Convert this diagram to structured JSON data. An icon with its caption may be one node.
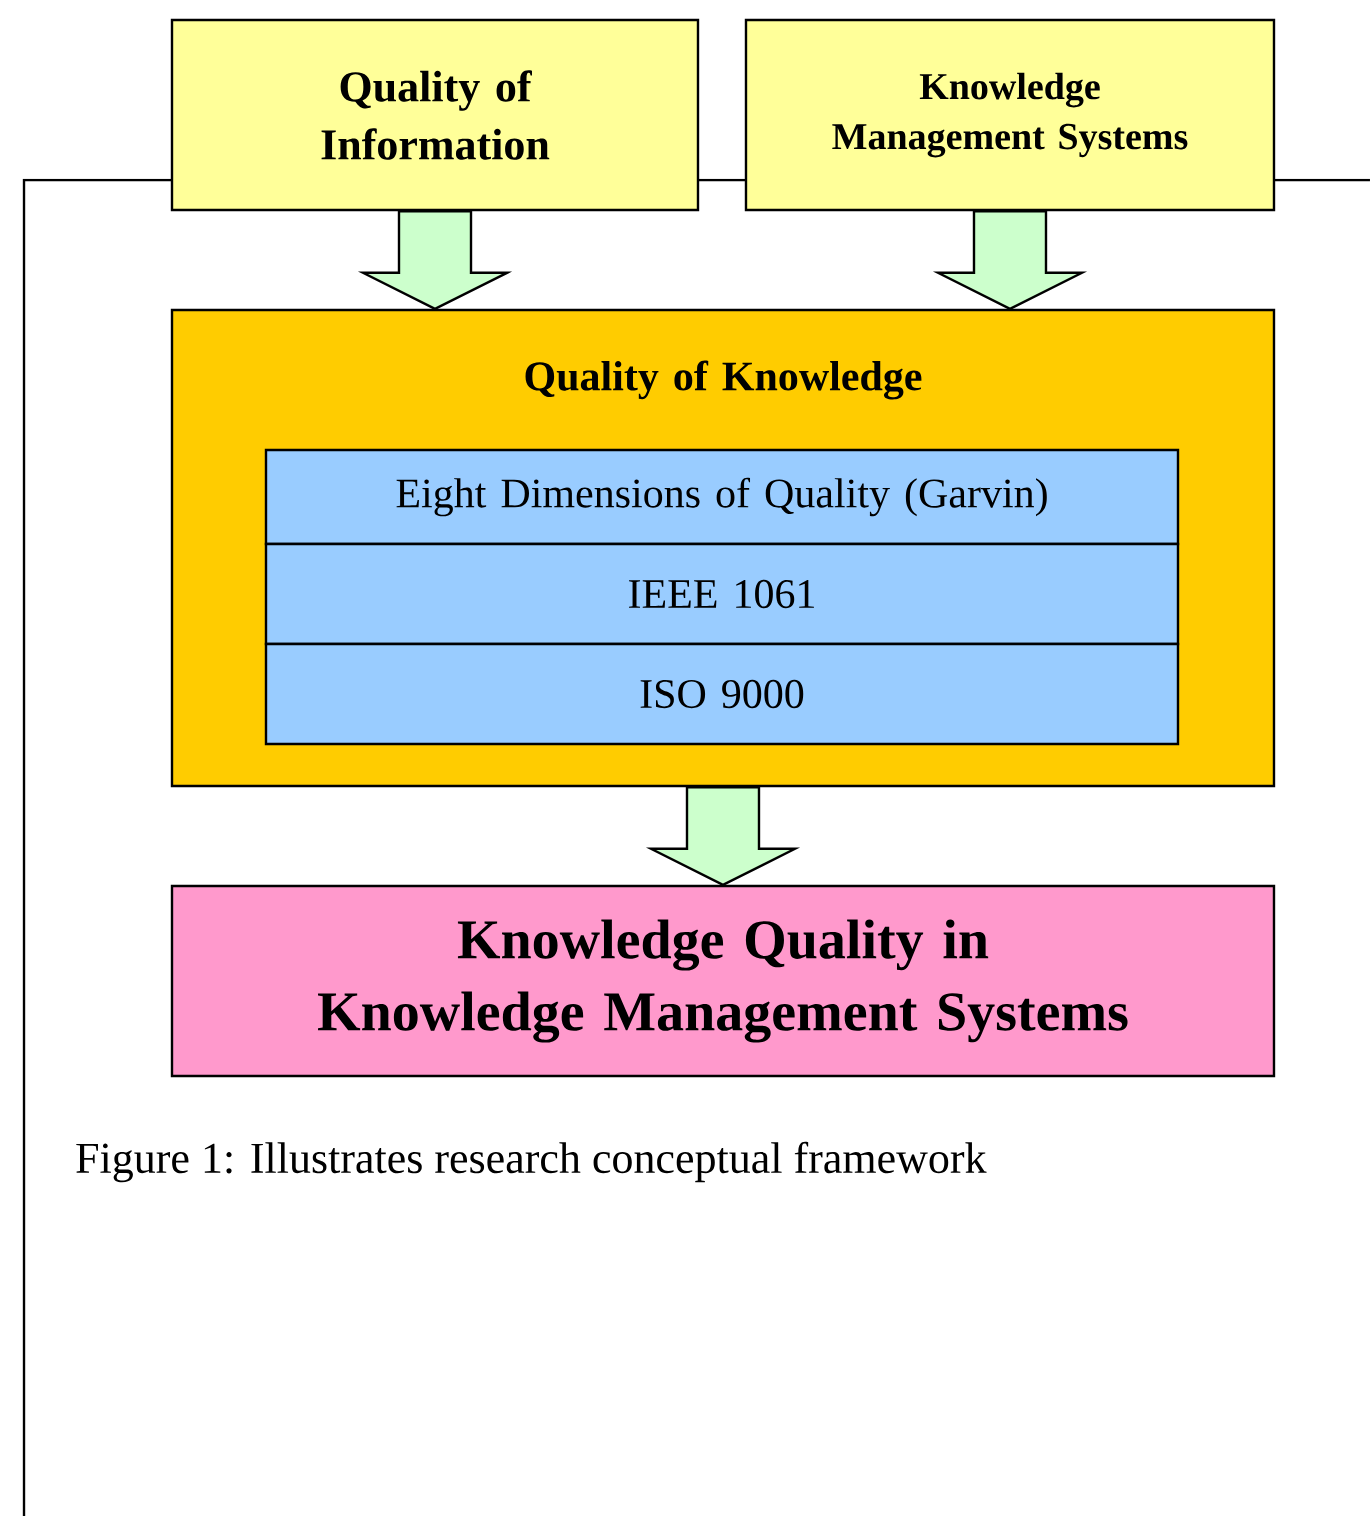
{
  "diagram": {
    "caption": "Figure 1: Illustrates research conceptual framework",
    "nodes": [
      {
        "text": [
          "Quality of Information"
        ]
      },
      {
        "text": [
          "Knowledge Management Systems"
        ]
      },
      {
        "text": [
          "Quality of Knowledge"
        ]
      },
      {
        "text": [
          "Eight Dimensions of Quality (Garvin)"
        ],
        "in": 2
      },
      {
        "text": [
          "IEEE 1061"
        ],
        "in": 2
      },
      {
        "text": [
          "ISO 9000"
        ],
        "in": 2
      },
      {
        "text": [
          "Knowledge Quality in Knowledge Management Systems"
        ]
      }
    ],
    "edges": [
      {
        "from": 0,
        "to": 2,
        "arrow": "to"
      },
      {
        "from": 1,
        "to": 2,
        "arrow": "to"
      },
      {
        "from": 2,
        "to": 6,
        "arrow": "to"
      }
    ]
  }
}
